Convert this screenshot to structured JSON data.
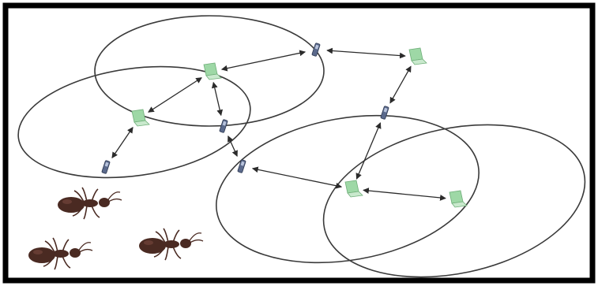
{
  "diagram": {
    "frame_color": "#000000",
    "background": "#ffffff",
    "range_ellipse_color": "#3a3a3a",
    "link_color": "#2b2b2b",
    "laptop_color": "#9ed8a6",
    "phone_color": "#5b6a8c",
    "ant_color": "#4a2a22",
    "nodes": [
      {
        "id": "phone-top",
        "kind": "phone"
      },
      {
        "id": "laptop-top-right",
        "kind": "laptop"
      },
      {
        "id": "laptop-upper-center",
        "kind": "laptop"
      },
      {
        "id": "laptop-left",
        "kind": "laptop"
      },
      {
        "id": "phone-center",
        "kind": "phone"
      },
      {
        "id": "phone-right",
        "kind": "phone"
      },
      {
        "id": "phone-left-bottom",
        "kind": "phone"
      },
      {
        "id": "phone-middle",
        "kind": "phone"
      },
      {
        "id": "laptop-lower-center",
        "kind": "laptop"
      },
      {
        "id": "laptop-lower-right",
        "kind": "laptop"
      }
    ],
    "links": [
      [
        "laptop-upper-center",
        "phone-top"
      ],
      [
        "phone-top",
        "laptop-top-right"
      ],
      [
        "laptop-top-right",
        "phone-right"
      ],
      [
        "phone-right",
        "laptop-lower-center"
      ],
      [
        "laptop-upper-center",
        "laptop-left"
      ],
      [
        "laptop-upper-center",
        "phone-center"
      ],
      [
        "laptop-left",
        "phone-left-bottom"
      ],
      [
        "phone-center",
        "phone-middle"
      ],
      [
        "phone-middle",
        "laptop-lower-center"
      ],
      [
        "laptop-lower-center",
        "laptop-lower-right"
      ]
    ],
    "ant_count": 3
  }
}
